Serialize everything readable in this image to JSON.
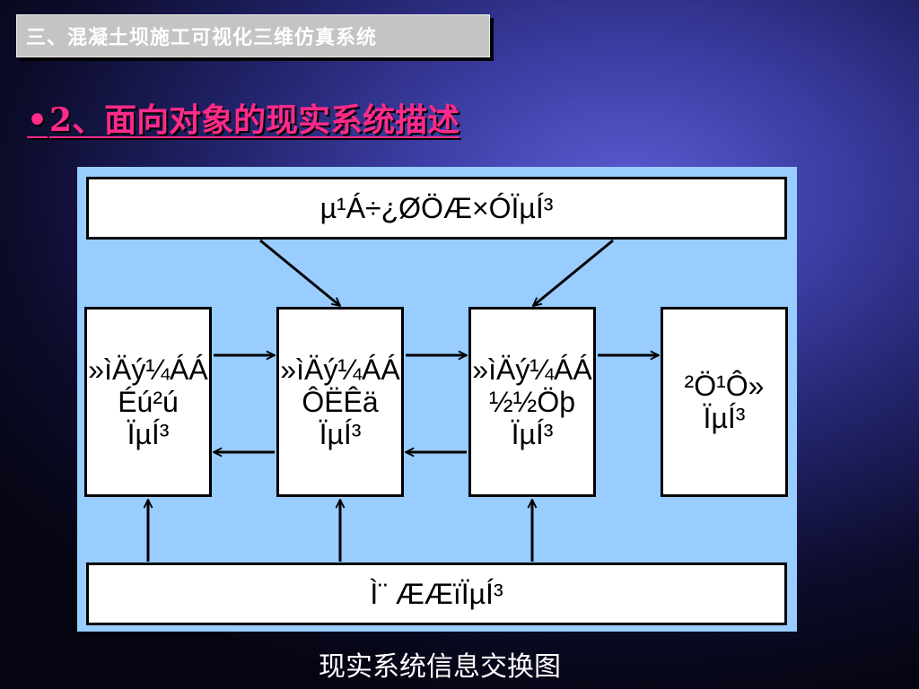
{
  "slide": {
    "section_title": "三、混凝土坝施工可视化三维仿真系统",
    "subtitle_bullet": "•",
    "subtitle": "2、面向对象的现实系统描述",
    "caption": "现实系统信息交换图"
  },
  "diagram": {
    "top_node": "µ¹Á÷¿ØÖÆ×ÓÏµÍ³",
    "nodes": [
      "»ìÄý¼ÁÁ\nÉú²ú\nÏµÍ³",
      "»ìÄý¼ÁÁ\nÔËÊä\nÏµÍ³",
      "»ìÄý¼ÁÁ\n½½Öþ\nÏµÍ³",
      "²Ö¹Ô»\nÏµÍ³"
    ],
    "bottom_node": "Ì¨ ÆÆïÏµÍ³"
  },
  "colors": {
    "title_box_bg": "#c4c4c4",
    "subtitle_text": "#ff2a8a",
    "diagram_bg": "#99ccff",
    "node_bg": "#ffffff",
    "line": "#000000"
  }
}
